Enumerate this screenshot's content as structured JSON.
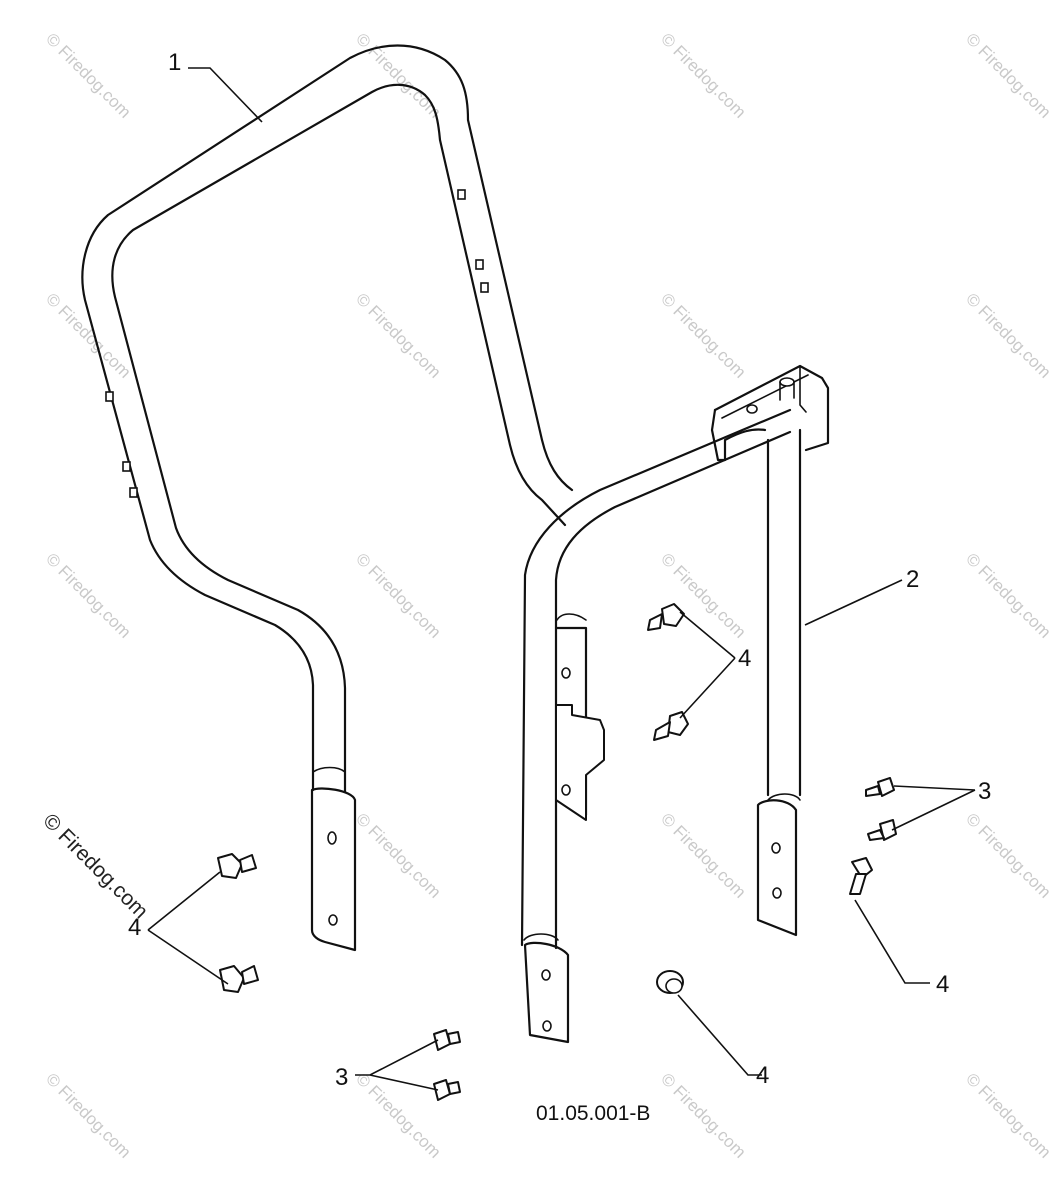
{
  "diagram": {
    "drawing_code": "01.05.001-B",
    "watermark_text": "© Firedog.com",
    "callouts": {
      "part_1": "1",
      "part_2": "2",
      "part_3a": "3",
      "part_3b": "3",
      "part_4a": "4",
      "part_4b": "4",
      "part_4c": "4",
      "part_4d": "4"
    }
  },
  "colors": {
    "line": "#111111",
    "background": "#ffffff",
    "watermark": "#c9c9c9"
  }
}
